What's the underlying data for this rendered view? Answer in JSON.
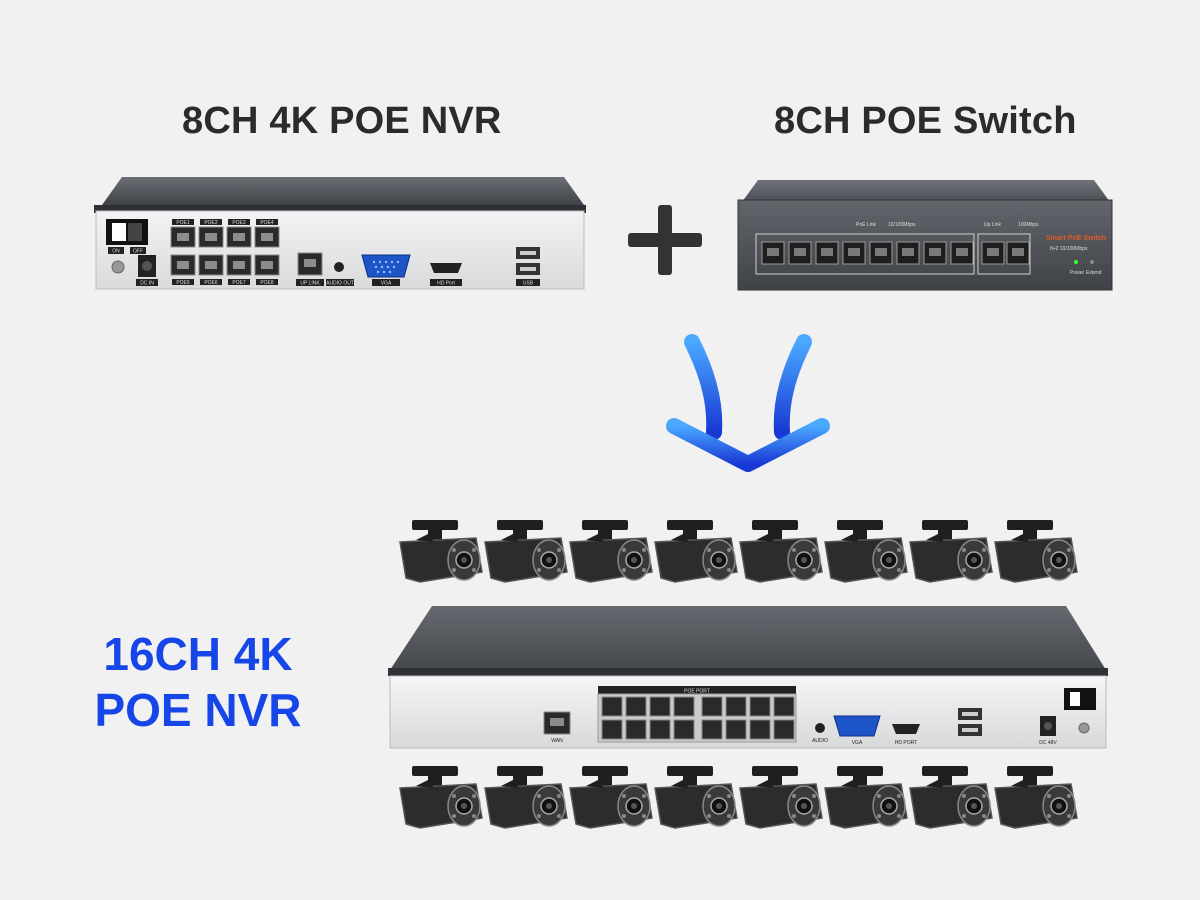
{
  "top_left": {
    "title": "8CH 4K POE NVR"
  },
  "top_right": {
    "title": "8CH POE Switch"
  },
  "bottom": {
    "title_line1": "16CH 4K",
    "title_line2": "POE NVR"
  },
  "nvr8": {
    "switch_on": "ON",
    "switch_off": "OFF",
    "dc_in": "DC IN",
    "poe_top": [
      "POE1",
      "POE2",
      "POE3",
      "POE4"
    ],
    "poe_bottom": [
      "POE5",
      "POE6",
      "POE7",
      "POE8"
    ],
    "up_link": "UP LINK",
    "audio_out": "AUDIO OUT",
    "vga": "VGA",
    "hd_port": "HD Port",
    "usb": "USB"
  },
  "switch8": {
    "poe_link": "PoE Link",
    "speed1": "10/100Mbps",
    "up_link": "Up Link",
    "speed2": "100Mbps",
    "brand": "Smart PoE Switch",
    "sub": "8+2 10/100Mbps",
    "power": "Power",
    "extend": "Extend"
  },
  "nvr16": {
    "poe_port": "POE PORT",
    "wan": "WAN",
    "audio": "AUDIO",
    "vga": "VGA",
    "hd_port": "HD PORT",
    "dc": "DC 48V"
  },
  "colors": {
    "accent_blue": "#1746e8",
    "arrow_light": "#3a8dff",
    "arrow_dark": "#1d3fd8",
    "device_dark": "#4d5057",
    "panel_light": "#e4e5e7"
  }
}
